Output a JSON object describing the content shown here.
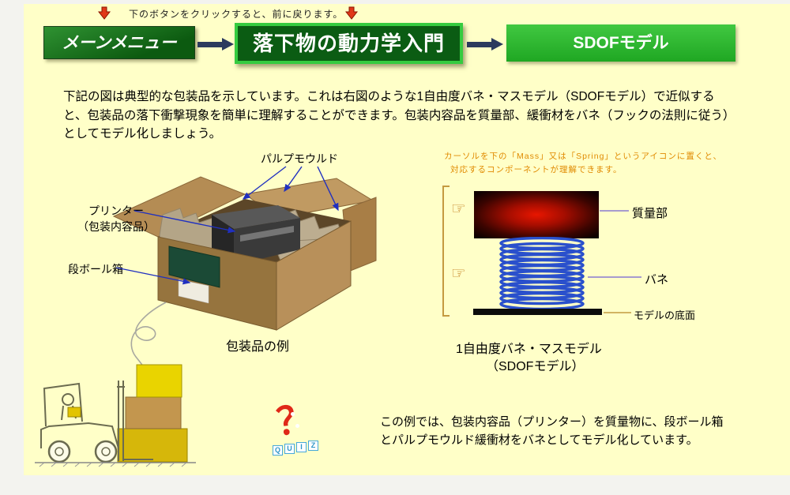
{
  "colors": {
    "panel_bg": "#FFFFC8",
    "page_bg": "#F3F3EF",
    "button_dark_green": "#0B5C13",
    "button_border_green": "#35CB40",
    "button_bright_green": "#2FB52F",
    "nav_arrow": "#2C3A5E",
    "hint_orange": "#E08A00",
    "connector_blue": "#2030C0",
    "connector_purple": "#8A7AD0",
    "spring_blue": "#2A50CC",
    "quiz_red": "#E02818",
    "quiz_blue": "#2E96C8"
  },
  "header": {
    "note": "下のボタンをクリックすると、前に戻ります。",
    "arrow_icon": "red-down-arrow"
  },
  "nav": {
    "buttons": [
      {
        "label": "メーンメニュー"
      },
      {
        "label": "落下物の動力学入門"
      },
      {
        "label": "SDOFモデル"
      }
    ]
  },
  "intro": {
    "text": "下記の図は典型的な包装品を示しています。これは右図のような1自由度バネ・マスモデル（SDOFモデル）で近似すると、包装品の落下衝撃現象を簡単に理解することができます。包装内容品を質量部、緩衝材をバネ（フックの法則に従う）としてモデル化しましょう。"
  },
  "package_figure": {
    "labels": {
      "pulp_mould": "パルプモウルド",
      "printer": "プリンター",
      "printer_sub": "（包装内容品）",
      "cardboard": "段ボール箱"
    },
    "caption": "包装品の例"
  },
  "sdof_figure": {
    "hint_line1": "カーソルを下の「Mass」又は「Spring」というアイコンに置くと、",
    "hint_line2": "対応するコンポーネントが理解できます。",
    "pointer_icon": "☞",
    "labels": {
      "mass": "質量部",
      "spring": "バネ",
      "base": "モデルの底面"
    },
    "caption_line1": "1自由度バネ・マスモデル",
    "caption_line2": "（SDOFモデル）"
  },
  "footer": {
    "quiz_mark": "？",
    "quiz_letters": [
      "Q",
      "U",
      "I",
      "Z"
    ],
    "note": "この例では、包装内容品（プリンター）を質量物に、段ボール箱とパルプモウルド緩衝材をバネとしてモデル化しています。"
  }
}
